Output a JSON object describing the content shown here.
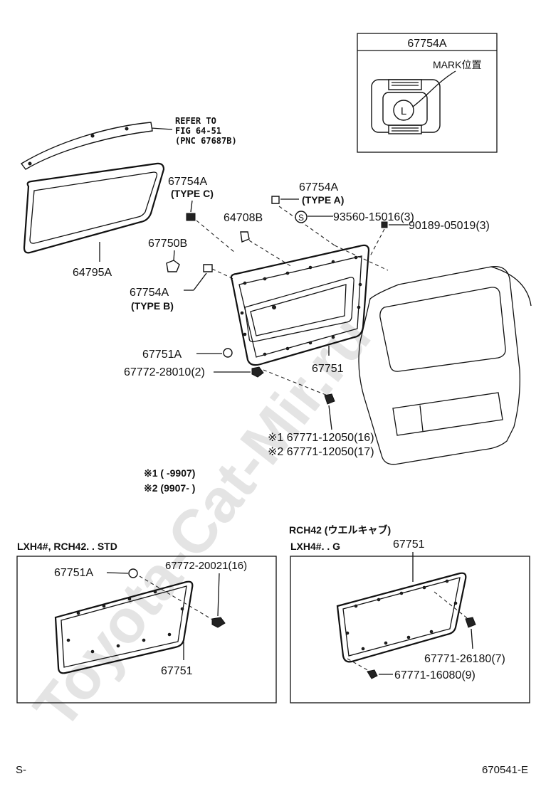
{
  "watermark": "Toyota-Cat-Mir.ru",
  "inset": {
    "title": "67754A",
    "mark_label": "MARK位置",
    "mark_letter": "L"
  },
  "refer": {
    "line1": "REFER TO",
    "line2": "FIG 64-51",
    "line3": "(PNC 67687B)"
  },
  "parts": {
    "p64795A": "64795A",
    "p67754A_c": "67754A",
    "type_c": "(TYPE C)",
    "p67750B": "67750B",
    "p64708B": "64708B",
    "p67754A_a": "67754A",
    "type_a": "(TYPE A)",
    "s_circle": "S",
    "p93560": "93560-15016(3)",
    "p90189": "90189-05019(3)",
    "p67754A_b": "67754A",
    "type_b": "(TYPE B)",
    "p67751A": "67751A",
    "p67772_28010": "67772-28010(2)",
    "p67751": "67751",
    "n1_code": "※1 67771-12050(16)",
    "n2_code": "※2 67771-12050(17)"
  },
  "notes": {
    "n1": "※1 (      -9907)",
    "n2": "※2 (9907-      )"
  },
  "box_left": {
    "title": "LXH4#, RCH42. . STD",
    "p67751A": "67751A",
    "p67772_20021": "67772-20021(16)",
    "p67751": "67751"
  },
  "box_right": {
    "title1": "RCH42 (ウエルキャブ)",
    "title2": "LXH4#. . G",
    "p67751": "67751",
    "p67771_26180": "67771-26180(7)",
    "p67771_16080": "67771-16080(9)"
  },
  "footer": {
    "left": "S-",
    "right": "670541-E"
  }
}
